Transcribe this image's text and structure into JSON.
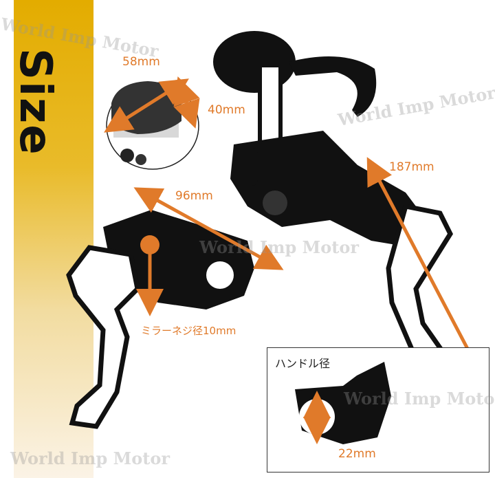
{
  "title": "Size",
  "dimensions": {
    "reservoir_diameter": "58mm",
    "reservoir_height": "40mm",
    "body_width": "96mm",
    "lever_length": "187mm",
    "mirror_thread": "ミラーネジ径10mm",
    "handlebar_label": "ハンドル径",
    "handlebar_diameter": "22mm"
  },
  "watermarks": [
    "World Imp Motor",
    "World Imp Motor",
    "World Imp Motor",
    "World Imp Motor",
    "World Imp Motor"
  ],
  "colors": {
    "accent": "#e07a2a",
    "band": "#e3ac00"
  }
}
